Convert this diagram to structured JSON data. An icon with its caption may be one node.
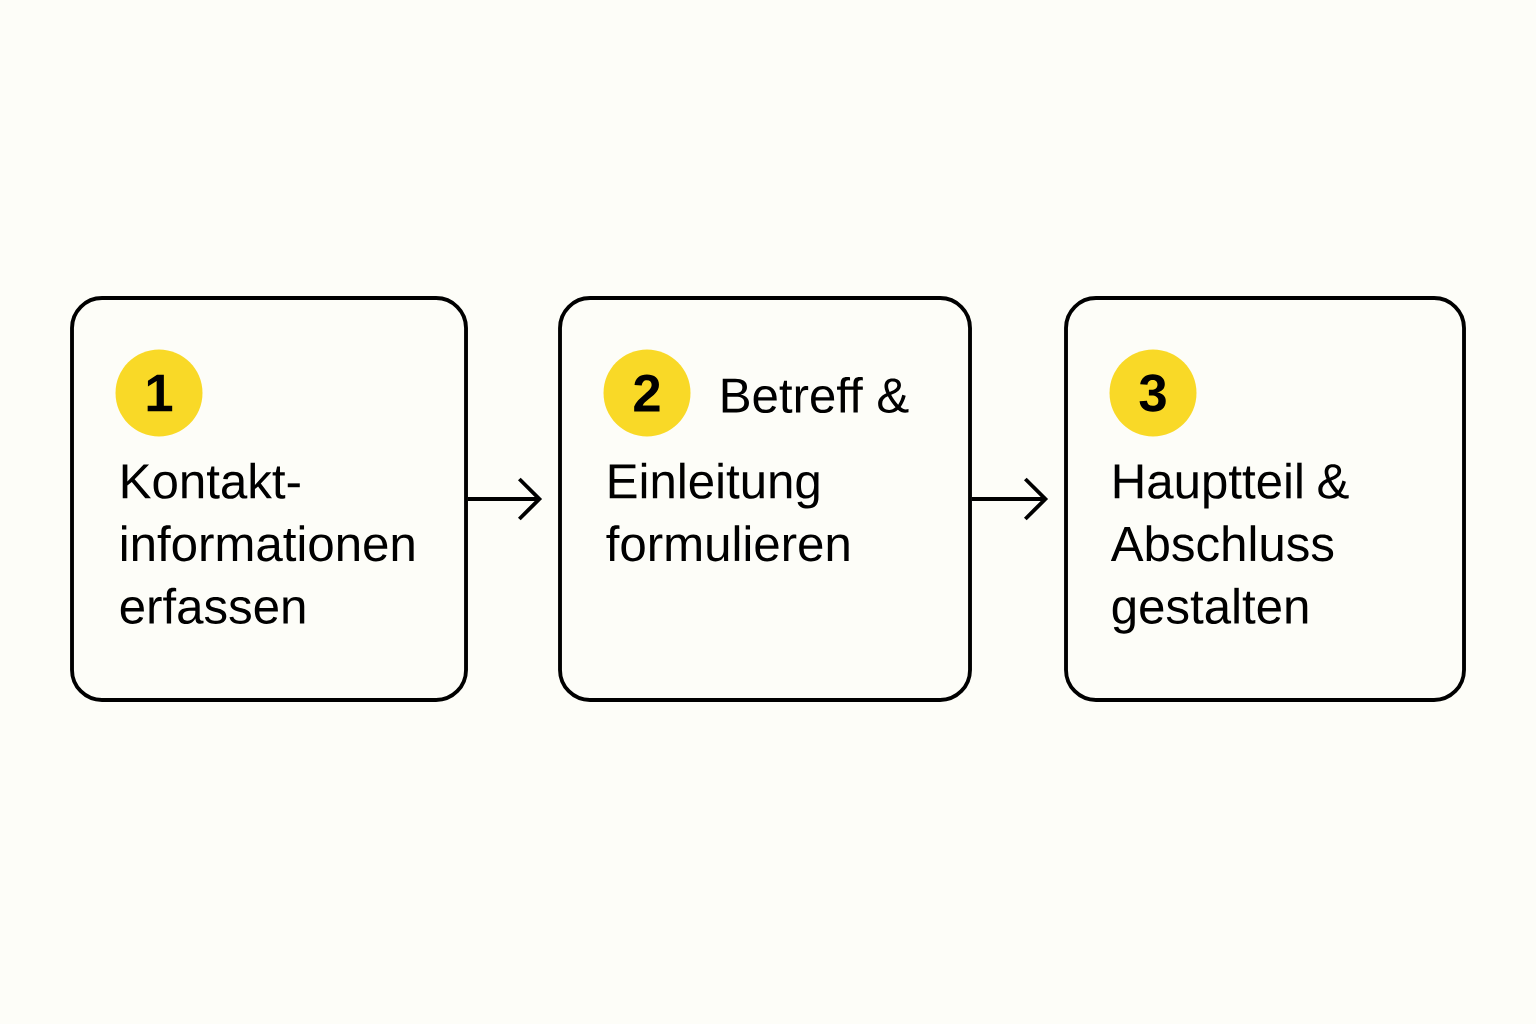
{
  "diagram": {
    "nodes": [
      {
        "text": [
          "Kontakt- informationen erfassen"
        ]
      },
      {
        "text": [
          "1"
        ],
        "in": 0
      },
      {
        "text": [
          "Betreff &",
          "Einleitung formulieren"
        ]
      },
      {
        "text": [
          "2"
        ],
        "in": 2
      },
      {
        "text": [
          "Hauptteil & Abschluss gestalten"
        ]
      },
      {
        "text": [
          "3"
        ],
        "in": 4
      }
    ],
    "edges": [
      {
        "from": 0,
        "to": 2,
        "arrow": "to"
      },
      {
        "from": 2,
        "to": 4,
        "arrow": "to"
      }
    ]
  }
}
